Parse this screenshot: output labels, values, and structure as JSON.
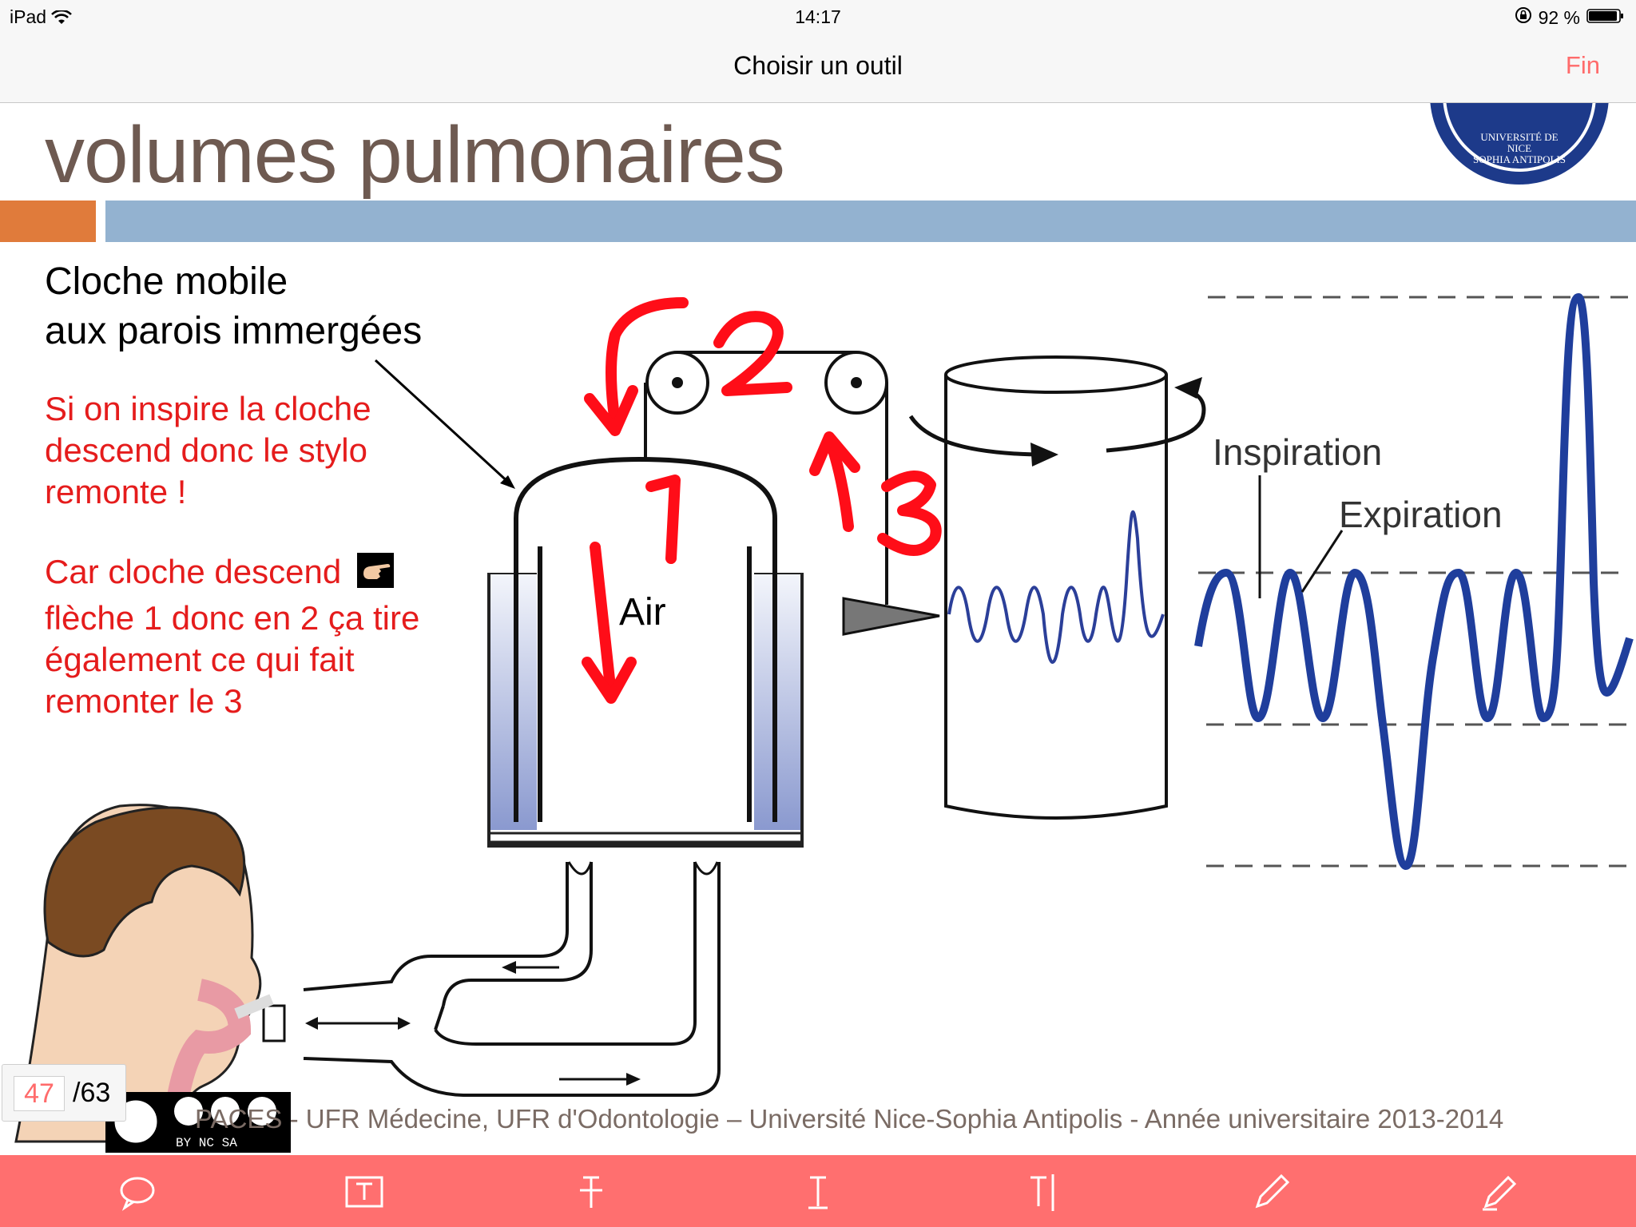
{
  "status_bar": {
    "device": "iPad",
    "time": "14:17",
    "battery": "92 %"
  },
  "nav": {
    "title": "Choisir un outil",
    "done_label": "Fin"
  },
  "slide": {
    "title": "volumes pulmonaires",
    "logo_text": "UNIVERSITÉ DE NICE SOPHIA ANTIPOLIS",
    "caption_line1": "Cloche mobile",
    "caption_line2": "aux parois immergées",
    "red_text_1": [
      "Si on inspire la cloche",
      "descend donc le stylo",
      "remonte !"
    ],
    "red_text_2": [
      "Car cloche descend",
      "flèche 1 donc en 2 ça tire",
      "également ce qui fait",
      "remonter le 3"
    ],
    "annotation_numbers": [
      "2",
      "1",
      "3"
    ],
    "air_label": "Air",
    "inspiration_label": "Inspiration",
    "expiration_label": "Expiration",
    "license_text": "BY  NC  SA",
    "footer": "PACES - UFR Médecine, UFR d'Odontologie – Université Nice-Sophia Antipolis - Année universitaire 2013-2014"
  },
  "page_counter": {
    "current": "47",
    "total": "/63"
  },
  "toolbar": {
    "tools": [
      "comment-tool",
      "text-box-tool",
      "strikethrough-tool",
      "insert-text-tool",
      "text-cursor-tool",
      "pen-tool",
      "highlighter-tool"
    ]
  },
  "colors": {
    "accent_red": "#ff6b6b",
    "toolbar_bg": "#ff6f6f",
    "title_brown": "#6e5a51",
    "bar_orange": "#e07b3b",
    "bar_blue": "#93b2d0",
    "annotation_red": "#e51c1c",
    "wave_blue": "#1f3e9c"
  }
}
